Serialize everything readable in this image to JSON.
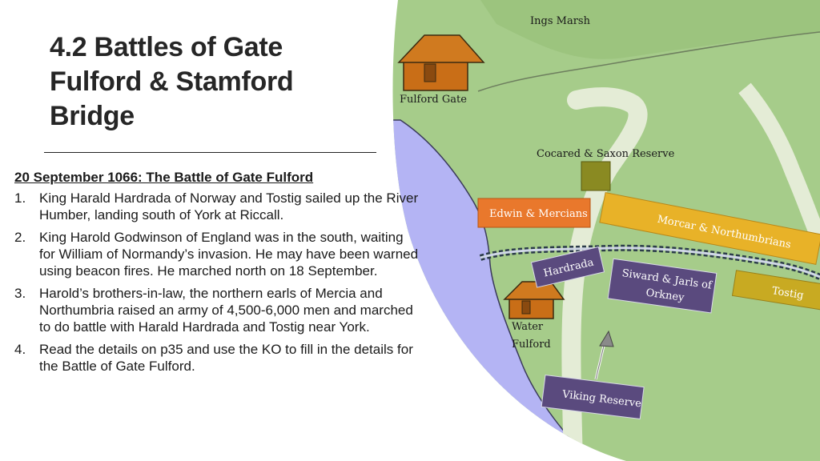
{
  "title_lines": [
    "4.2 Battles of Gate",
    "Fulford & Stamford",
    "Bridge"
  ],
  "subheading": "20 September 1066: The Battle of Gate Fulford",
  "points": [
    {
      "num": "1.",
      "text": "King Harald Hardrada of Norway and Tostig sailed up the River Humber, landing south of York at Riccall."
    },
    {
      "num": "2.",
      "text": "King Harold Godwinson of England was in the south, waiting for William of Normandy’s invasion. He may have been warned using beacon fires. He marched north on 18 September."
    },
    {
      "num": "3.",
      "text": "Harold’s brothers-in-law, the northern earls of Mercia and Northumbria raised an army of 4,500-6,000 men and marched to do battle with Harald Hardrada and Tostig near York."
    },
    {
      "num": "4.",
      "text": "Read the details on p35 and use the KO to fill in the details for the Battle of Gate Fulford."
    }
  ],
  "map": {
    "labels": {
      "ings_marsh": "Ings Marsh",
      "fulford_gate": "Fulford Gate",
      "cocared_reserve": "Cocared & Saxon Reserve",
      "water": "Water",
      "fulford": "Fulford"
    },
    "units": {
      "edwin": "Edwin & Mercians",
      "morcar": "Morcar & Northumbrians",
      "hardrada": "Hardrada",
      "siward_1": "Siward & Jarls of",
      "siward_2": "Orkney",
      "tostig": "Tostig",
      "viking_reserve": "Viking Reserve"
    },
    "colors": {
      "land": "#a6cc8a",
      "river": "#b4b4f4",
      "road": "#e4ecd6",
      "orange_unit": "#e9782c",
      "yellow_unit": "#e8b228",
      "purple_unit": "#5a4a7e",
      "olive_unit": "#8a8a22",
      "house": "#c96e17"
    }
  }
}
